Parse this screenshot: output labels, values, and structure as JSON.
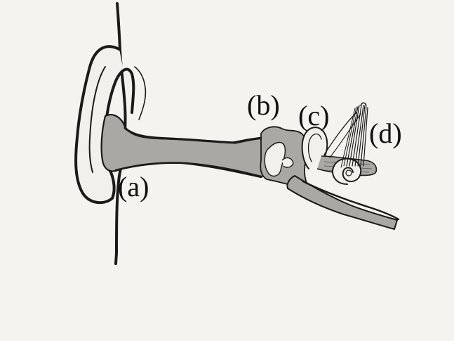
{
  "labels": {
    "a": "(a)",
    "b": "(b)",
    "c": "(c)",
    "d": "(d)"
  },
  "colors": {
    "background": "#f4f3f0",
    "canal_fill": "#a9a8a4",
    "outline": "#1a1a1a",
    "pinna_fill": "#f1f0ec"
  }
}
